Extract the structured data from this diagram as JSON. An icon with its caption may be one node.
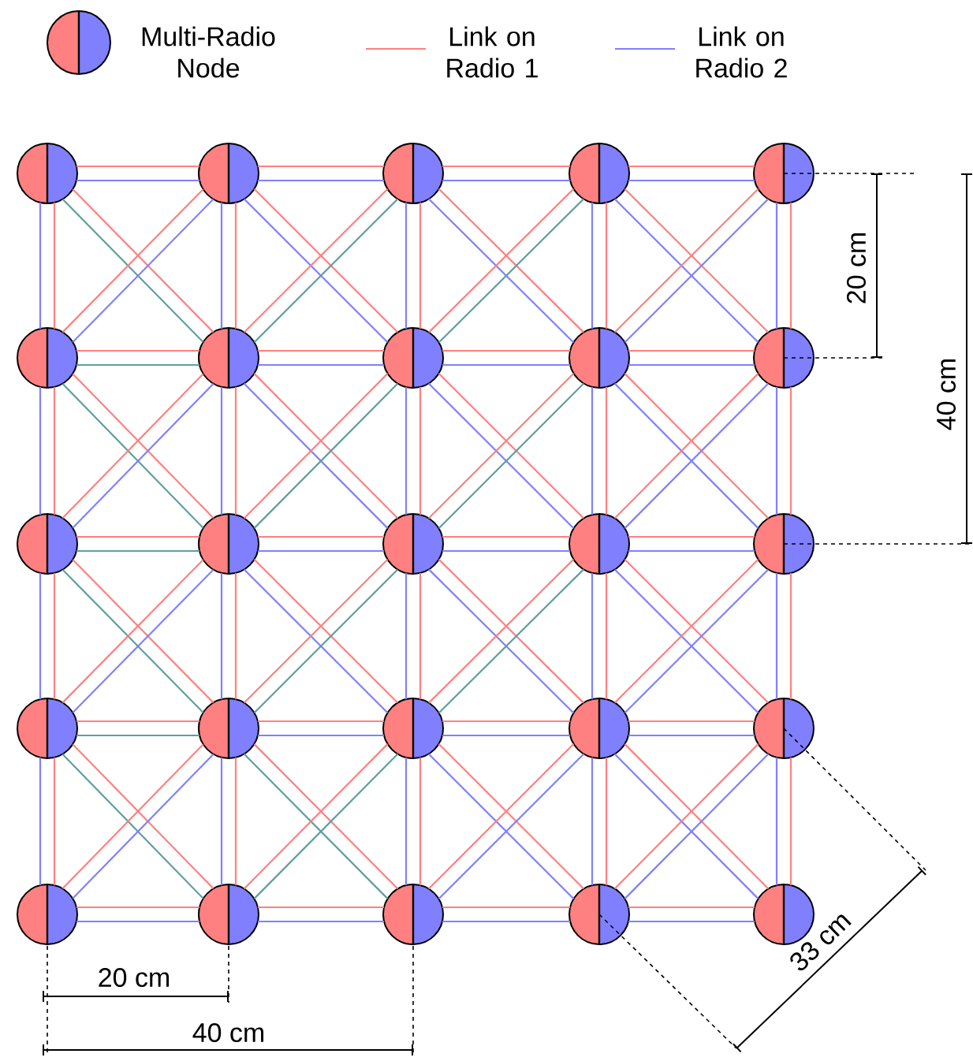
{
  "diagram": {
    "nodes": [
      {
        "text": [],
        "shape": "circle"
      },
      {
        "text": [],
        "shape": "circle"
      },
      {
        "text": [],
        "shape": "circle"
      },
      {
        "text": [],
        "shape": "circle"
      },
      {
        "text": [],
        "shape": "circle"
      },
      {
        "text": [],
        "shape": "circle"
      },
      {
        "text": [],
        "shape": "circle"
      },
      {
        "text": [],
        "shape": "circle"
      },
      {
        "text": [],
        "shape": "circle"
      },
      {
        "text": [],
        "shape": "circle"
      },
      {
        "text": [],
        "shape": "circle"
      },
      {
        "text": [],
        "shape": "circle"
      },
      {
        "text": [],
        "shape": "circle"
      },
      {
        "text": [],
        "shape": "circle"
      },
      {
        "text": [],
        "shape": "circle"
      },
      {
        "text": [],
        "shape": "circle"
      },
      {
        "text": [],
        "shape": "circle"
      },
      {
        "text": [],
        "shape": "circle"
      },
      {
        "text": [],
        "shape": "circle"
      },
      {
        "text": [],
        "shape": "circle"
      },
      {
        "text": [],
        "shape": "circle"
      },
      {
        "text": [],
        "shape": "circle"
      },
      {
        "text": [],
        "shape": "circle"
      },
      {
        "text": [],
        "shape": "circle"
      },
      {
        "text": [],
        "shape": "circle"
      }
    ],
    "edges": [
      {
        "from": 0,
        "to": 1,
        "arrow": "none",
        "color": "#ff8080"
      },
      {
        "from": 0,
        "to": 1,
        "arrow": "none",
        "color": "#8080ff"
      },
      {
        "from": 0,
        "to": 5,
        "arrow": "none",
        "color": "#ff8080"
      },
      {
        "from": 0,
        "to": 5,
        "arrow": "none",
        "color": "#8080ff"
      },
      {
        "from": 0,
        "to": 6,
        "arrow": "none",
        "color": "#ff8080"
      },
      {
        "from": 0,
        "to": 6,
        "arrow": "none",
        "color": "#5f9ea0"
      },
      {
        "from": 1,
        "to": 2,
        "arrow": "none",
        "color": "#ff8080"
      },
      {
        "from": 1,
        "to": 2,
        "arrow": "none",
        "color": "#8080ff"
      },
      {
        "from": 1,
        "to": 6,
        "arrow": "none",
        "color": "#ff8080"
      },
      {
        "from": 1,
        "to": 6,
        "arrow": "none",
        "color": "#8080ff"
      },
      {
        "from": 1,
        "to": 7,
        "arrow": "none",
        "color": "#ff8080"
      },
      {
        "from": 1,
        "to": 7,
        "arrow": "none",
        "color": "#8080ff"
      },
      {
        "from": 1,
        "to": 5,
        "arrow": "none",
        "color": "#ff8080"
      },
      {
        "from": 1,
        "to": 5,
        "arrow": "none",
        "color": "#8080ff"
      },
      {
        "from": 2,
        "to": 3,
        "arrow": "none",
        "color": "#ff8080"
      },
      {
        "from": 2,
        "to": 3,
        "arrow": "none",
        "color": "#8080ff"
      },
      {
        "from": 2,
        "to": 7,
        "arrow": "none",
        "color": "#ff8080"
      },
      {
        "from": 2,
        "to": 7,
        "arrow": "none",
        "color": "#8080ff"
      },
      {
        "from": 2,
        "to": 8,
        "arrow": "none",
        "color": "#ff8080"
      },
      {
        "from": 2,
        "to": 8,
        "arrow": "none",
        "color": "#8080ff"
      },
      {
        "from": 2,
        "to": 6,
        "arrow": "none",
        "color": "#ff8080"
      },
      {
        "from": 2,
        "to": 6,
        "arrow": "none",
        "color": "#5f9ea0"
      },
      {
        "from": 3,
        "to": 4,
        "arrow": "none",
        "color": "#ff8080"
      },
      {
        "from": 3,
        "to": 4,
        "arrow": "none",
        "color": "#8080ff"
      },
      {
        "from": 3,
        "to": 8,
        "arrow": "none",
        "color": "#ff8080"
      },
      {
        "from": 3,
        "to": 8,
        "arrow": "none",
        "color": "#8080ff"
      },
      {
        "from": 3,
        "to": 9,
        "arrow": "none",
        "color": "#ff8080"
      },
      {
        "from": 3,
        "to": 9,
        "arrow": "none",
        "color": "#8080ff"
      },
      {
        "from": 3,
        "to": 7,
        "arrow": "none",
        "color": "#ff8080"
      },
      {
        "from": 3,
        "to": 7,
        "arrow": "none",
        "color": "#5f9ea0"
      },
      {
        "from": 4,
        "to": 9,
        "arrow": "none",
        "color": "#ff8080"
      },
      {
        "from": 4,
        "to": 9,
        "arrow": "none",
        "color": "#8080ff"
      },
      {
        "from": 4,
        "to": 8,
        "arrow": "none",
        "color": "#ff8080"
      },
      {
        "from": 4,
        "to": 8,
        "arrow": "none",
        "color": "#8080ff"
      },
      {
        "from": 5,
        "to": 6,
        "arrow": "none",
        "color": "#ff8080"
      },
      {
        "from": 5,
        "to": 6,
        "arrow": "none",
        "color": "#5f9ea0"
      },
      {
        "from": 5,
        "to": 10,
        "arrow": "none",
        "color": "#ff8080"
      },
      {
        "from": 5,
        "to": 10,
        "arrow": "none",
        "color": "#8080ff"
      },
      {
        "from": 5,
        "to": 11,
        "arrow": "none",
        "color": "#ff8080"
      },
      {
        "from": 5,
        "to": 11,
        "arrow": "none",
        "color": "#5f9ea0"
      },
      {
        "from": 6,
        "to": 7,
        "arrow": "none",
        "color": "#ff8080"
      },
      {
        "from": 6,
        "to": 7,
        "arrow": "none",
        "color": "#8080ff"
      },
      {
        "from": 6,
        "to": 11,
        "arrow": "none",
        "color": "#ff8080"
      },
      {
        "from": 6,
        "to": 11,
        "arrow": "none",
        "color": "#8080ff"
      },
      {
        "from": 6,
        "to": 12,
        "arrow": "none",
        "color": "#ff8080"
      },
      {
        "from": 6,
        "to": 12,
        "arrow": "none",
        "color": "#8080ff"
      },
      {
        "from": 6,
        "to": 10,
        "arrow": "none",
        "color": "#ff8080"
      },
      {
        "from": 6,
        "to": 10,
        "arrow": "none",
        "color": "#8080ff"
      },
      {
        "from": 7,
        "to": 8,
        "arrow": "none",
        "color": "#ff8080"
      },
      {
        "from": 7,
        "to": 8,
        "arrow": "none",
        "color": "#8080ff"
      },
      {
        "from": 7,
        "to": 12,
        "arrow": "none",
        "color": "#ff8080"
      },
      {
        "from": 7,
        "to": 12,
        "arrow": "none",
        "color": "#8080ff"
      },
      {
        "from": 7,
        "to": 13,
        "arrow": "none",
        "color": "#ff8080"
      },
      {
        "from": 7,
        "to": 13,
        "arrow": "none",
        "color": "#8080ff"
      },
      {
        "from": 7,
        "to": 11,
        "arrow": "none",
        "color": "#ff8080"
      },
      {
        "from": 7,
        "to": 11,
        "arrow": "none",
        "color": "#5f9ea0"
      },
      {
        "from": 8,
        "to": 9,
        "arrow": "none",
        "color": "#ff8080"
      },
      {
        "from": 8,
        "to": 9,
        "arrow": "none",
        "color": "#8080ff"
      },
      {
        "from": 8,
        "to": 13,
        "arrow": "none",
        "color": "#ff8080"
      },
      {
        "from": 8,
        "to": 13,
        "arrow": "none",
        "color": "#8080ff"
      },
      {
        "from": 8,
        "to": 14,
        "arrow": "none",
        "color": "#ff8080"
      },
      {
        "from": 8,
        "to": 14,
        "arrow": "none",
        "color": "#8080ff"
      },
      {
        "from": 8,
        "to": 12,
        "arrow": "none",
        "color": "#ff8080"
      },
      {
        "from": 8,
        "to": 12,
        "arrow": "none",
        "color": "#5f9ea0"
      },
      {
        "from": 9,
        "to": 14,
        "arrow": "none",
        "color": "#ff8080"
      },
      {
        "from": 9,
        "to": 14,
        "arrow": "none",
        "color": "#8080ff"
      },
      {
        "from": 9,
        "to": 13,
        "arrow": "none",
        "color": "#ff8080"
      },
      {
        "from": 9,
        "to": 13,
        "arrow": "none",
        "color": "#8080ff"
      },
      {
        "from": 10,
        "to": 11,
        "arrow": "none",
        "color": "#ff8080"
      },
      {
        "from": 10,
        "to": 11,
        "arrow": "none",
        "color": "#5f9ea0"
      },
      {
        "from": 10,
        "to": 15,
        "arrow": "none",
        "color": "#ff8080"
      },
      {
        "from": 10,
        "to": 15,
        "arrow": "none",
        "color": "#8080ff"
      },
      {
        "from": 10,
        "to": 16,
        "arrow": "none",
        "color": "#ff8080"
      },
      {
        "from": 10,
        "to": 16,
        "arrow": "none",
        "color": "#5f9ea0"
      },
      {
        "from": 11,
        "to": 12,
        "arrow": "none",
        "color": "#ff8080"
      },
      {
        "from": 11,
        "to": 12,
        "arrow": "none",
        "color": "#8080ff"
      },
      {
        "from": 11,
        "to": 16,
        "arrow": "none",
        "color": "#ff8080"
      },
      {
        "from": 11,
        "to": 16,
        "arrow": "none",
        "color": "#8080ff"
      },
      {
        "from": 11,
        "to": 17,
        "arrow": "none",
        "color": "#ff8080"
      },
      {
        "from": 11,
        "to": 17,
        "arrow": "none",
        "color": "#8080ff"
      },
      {
        "from": 11,
        "to": 15,
        "arrow": "none",
        "color": "#ff8080"
      },
      {
        "from": 11,
        "to": 15,
        "arrow": "none",
        "color": "#8080ff"
      },
      {
        "from": 12,
        "to": 13,
        "arrow": "none",
        "color": "#ff8080"
      },
      {
        "from": 12,
        "to": 13,
        "arrow": "none",
        "color": "#8080ff"
      },
      {
        "from": 12,
        "to": 17,
        "arrow": "none",
        "color": "#ff8080"
      },
      {
        "from": 12,
        "to": 17,
        "arrow": "none",
        "color": "#8080ff"
      },
      {
        "from": 12,
        "to": 18,
        "arrow": "none",
        "color": "#ff8080"
      },
      {
        "from": 12,
        "to": 18,
        "arrow": "none",
        "color": "#8080ff"
      },
      {
        "from": 12,
        "to": 16,
        "arrow": "none",
        "color": "#ff8080"
      },
      {
        "from": 12,
        "to": 16,
        "arrow": "none",
        "color": "#5f9ea0"
      },
      {
        "from": 13,
        "to": 14,
        "arrow": "none",
        "color": "#ff8080"
      },
      {
        "from": 13,
        "to": 14,
        "arrow": "none",
        "color": "#8080ff"
      },
      {
        "from": 13,
        "to": 18,
        "arrow": "none",
        "color": "#ff8080"
      },
      {
        "from": 13,
        "to": 18,
        "arrow": "none",
        "color": "#8080ff"
      },
      {
        "from": 13,
        "to": 19,
        "arrow": "none",
        "color": "#ff8080"
      },
      {
        "from": 13,
        "to": 19,
        "arrow": "none",
        "color": "#8080ff"
      },
      {
        "from": 13,
        "to": 17,
        "arrow": "none",
        "color": "#ff8080"
      },
      {
        "from": 13,
        "to": 17,
        "arrow": "none",
        "color": "#5f9ea0"
      },
      {
        "from": 14,
        "to": 19,
        "arrow": "none",
        "color": "#ff8080"
      },
      {
        "from": 14,
        "to": 19,
        "arrow": "none",
        "color": "#8080ff"
      },
      {
        "from": 14,
        "to": 18,
        "arrow": "none",
        "color": "#ff8080"
      },
      {
        "from": 14,
        "to": 18,
        "arrow": "none",
        "color": "#8080ff"
      },
      {
        "from": 15,
        "to": 16,
        "arrow": "none",
        "color": "#ff8080"
      },
      {
        "from": 15,
        "to": 16,
        "arrow": "none",
        "color": "#5f9ea0"
      },
      {
        "from": 15,
        "to": 20,
        "arrow": "none",
        "color": "#ff8080"
      },
      {
        "from": 15,
        "to": 20,
        "arrow": "none",
        "color": "#8080ff"
      },
      {
        "from": 15,
        "to": 21,
        "arrow": "none",
        "color": "#ff8080"
      },
      {
        "from": 15,
        "to": 21,
        "arrow": "none",
        "color": "#5f9ea0"
      },
      {
        "from": 16,
        "to": 17,
        "arrow": "none",
        "color": "#ff8080"
      },
      {
        "from": 16,
        "to": 17,
        "arrow": "none",
        "color": "#8080ff"
      },
      {
        "from": 16,
        "to": 21,
        "arrow": "none",
        "color": "#ff8080"
      },
      {
        "from": 16,
        "to": 21,
        "arrow": "none",
        "color": "#8080ff"
      },
      {
        "from": 16,
        "to": 22,
        "arrow": "none",
        "color": "#ff8080"
      },
      {
        "from": 16,
        "to": 22,
        "arrow": "none",
        "color": "#5f9ea0"
      },
      {
        "from": 16,
        "to": 20,
        "arrow": "none",
        "color": "#ff8080"
      },
      {
        "from": 16,
        "to": 20,
        "arrow": "none",
        "color": "#8080ff"
      },
      {
        "from": 17,
        "to": 18,
        "arrow": "none",
        "color": "#ff8080"
      },
      {
        "from": 17,
        "to": 18,
        "arrow": "none",
        "color": "#8080ff"
      },
      {
        "from": 17,
        "to": 22,
        "arrow": "none",
        "color": "#ff8080"
      },
      {
        "from": 17,
        "to": 22,
        "arrow": "none",
        "color": "#8080ff"
      },
      {
        "from": 17,
        "to": 23,
        "arrow": "none",
        "color": "#ff8080"
      },
      {
        "from": 17,
        "to": 23,
        "arrow": "none",
        "color": "#8080ff"
      },
      {
        "from": 17,
        "to": 21,
        "arrow": "none",
        "color": "#ff8080"
      },
      {
        "from": 17,
        "to": 21,
        "arrow": "none",
        "color": "#5f9ea0"
      },
      {
        "from": 18,
        "to": 19,
        "arrow": "none",
        "color": "#ff8080"
      },
      {
        "from": 18,
        "to": 19,
        "arrow": "none",
        "color": "#8080ff"
      },
      {
        "from": 18,
        "to": 23,
        "arrow": "none",
        "color": "#ff8080"
      },
      {
        "from": 18,
        "to": 23,
        "arrow": "none",
        "color": "#8080ff"
      },
      {
        "from": 18,
        "to": 24,
        "arrow": "none",
        "color": "#ff8080"
      },
      {
        "from": 18,
        "to": 24,
        "arrow": "none",
        "color": "#8080ff"
      },
      {
        "from": 18,
        "to": 22,
        "arrow": "none",
        "color": "#ff8080"
      },
      {
        "from": 18,
        "to": 22,
        "arrow": "none",
        "color": "#8080ff"
      },
      {
        "from": 19,
        "to": 24,
        "arrow": "none",
        "color": "#ff8080"
      },
      {
        "from": 19,
        "to": 24,
        "arrow": "none",
        "color": "#8080ff"
      },
      {
        "from": 19,
        "to": 23,
        "arrow": "none",
        "color": "#ff8080"
      },
      {
        "from": 19,
        "to": 23,
        "arrow": "none",
        "color": "#8080ff"
      },
      {
        "from": 20,
        "to": 21,
        "arrow": "none",
        "color": "#ff8080"
      },
      {
        "from": 20,
        "to": 21,
        "arrow": "none",
        "color": "#8080ff"
      },
      {
        "from": 21,
        "to": 22,
        "arrow": "none",
        "color": "#ff8080"
      },
      {
        "from": 21,
        "to": 22,
        "arrow": "none",
        "color": "#8080ff"
      },
      {
        "from": 22,
        "to": 23,
        "arrow": "none",
        "color": "#ff8080"
      },
      {
        "from": 22,
        "to": 23,
        "arrow": "none",
        "color": "#8080ff"
      },
      {
        "from": 23,
        "to": 24,
        "arrow": "none",
        "color": "#ff8080"
      },
      {
        "from": 23,
        "to": 24,
        "arrow": "none",
        "color": "#8080ff"
      }
    ],
    "labels": [
      "20 cm",
      "40 cm",
      "33 cm",
      "20 cm",
      "40 cm"
    ],
    "legend": [
      {
        "text": "Multi-Radio Node"
      },
      {
        "text": "Link on Radio 1"
      },
      {
        "text": "Link on Radio 2"
      }
    ]
  }
}
